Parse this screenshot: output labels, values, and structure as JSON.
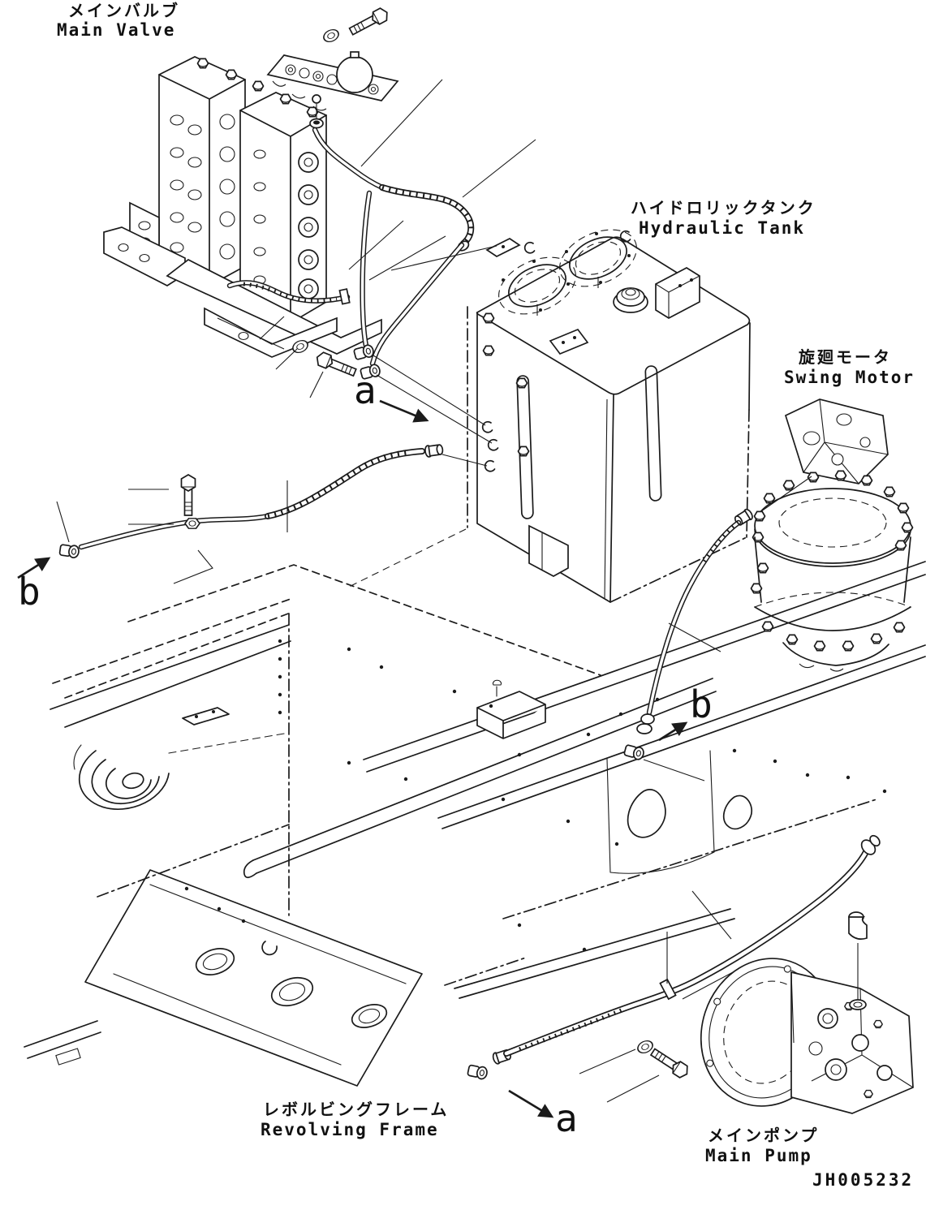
{
  "diagram": {
    "type": "parts-diagram",
    "drawing_number": "JH005232",
    "colors": {
      "ink": "#1b1b1b",
      "paper": "#ffffff"
    },
    "labels": {
      "main_valve": {
        "jp": "メインバルブ",
        "en": "Main Valve"
      },
      "hydraulic_tank": {
        "jp": "ハイドロリックタンク",
        "en": "Hydraulic Tank"
      },
      "swing_motor": {
        "jp": "旋廻モータ",
        "en": "Swing Motor"
      },
      "revolving_frame": {
        "jp": "レボルビングフレーム",
        "en": "Revolving Frame"
      },
      "main_pump": {
        "jp": "メインポンプ",
        "en": "Main Pump"
      }
    },
    "callouts": {
      "a_top": "a",
      "b_left": "b",
      "b_middle": "b",
      "a_bottom": "a"
    }
  }
}
